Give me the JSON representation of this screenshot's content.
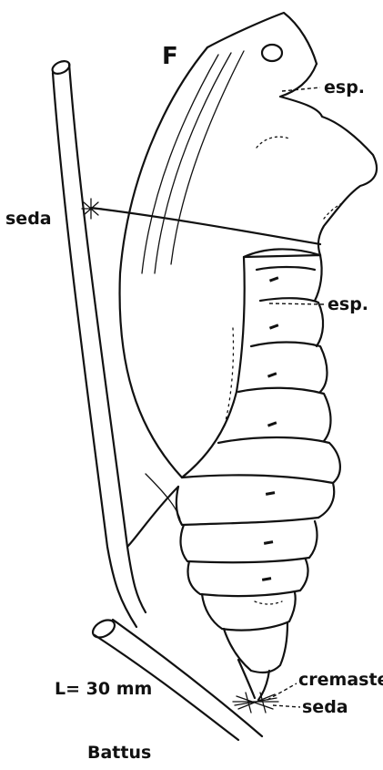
{
  "figure": {
    "panel_letter": "F",
    "taxon": "Battus",
    "scale_label": "L= 30 mm",
    "labels": {
      "seda_left": "seda",
      "esp_top": "esp.",
      "esp_middle": "esp.",
      "cremaster": "cremaster",
      "seda_bottom": "seda"
    }
  }
}
